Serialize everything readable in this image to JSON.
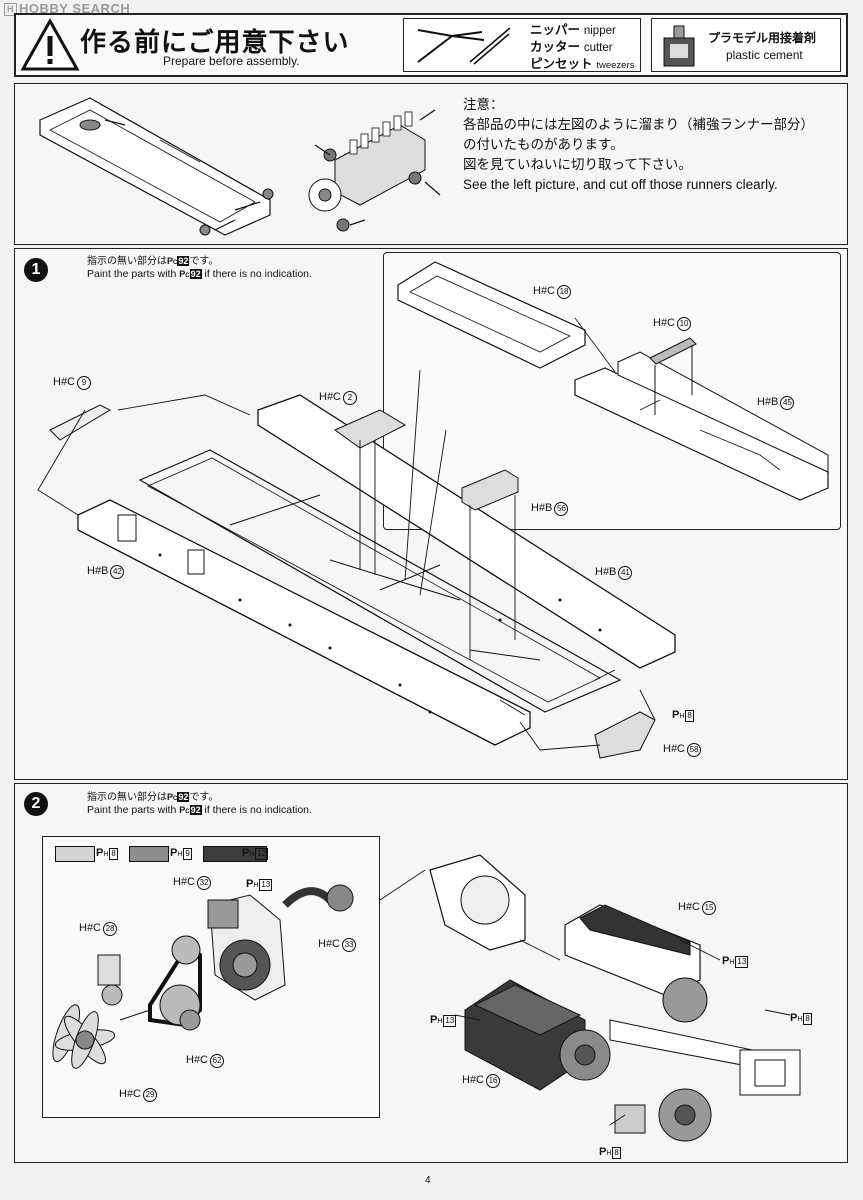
{
  "watermark": "HOBBY SEARCH",
  "header": {
    "title_jp": "作る前にご用意下さい",
    "title_en": "Prepare before assembly.",
    "tools": [
      {
        "jp": "ニッパー",
        "en": "nipper"
      },
      {
        "jp": "カッター",
        "en": "cutter"
      },
      {
        "jp": "ピンセット",
        "en": "tweezers"
      }
    ],
    "cement_jp": "プラモデル用接着剤",
    "cement_en": "plastic cement"
  },
  "caution": {
    "heading": "注意：",
    "lines_jp": [
      "各部品の中には左図のように溜まり（補強ランナー部分）",
      "の付いたものがあります。",
      "図を見ていねいに切り取って下さい。"
    ],
    "line_en": "See the left picture, and cut off those runners clearly."
  },
  "step1": {
    "number": "1",
    "instr_jp_pre": "指示の無い部分は",
    "instr_jp_post": "です。",
    "instr_en_pre": "Paint the parts with",
    "instr_en_post": "if there is no indication.",
    "paint_code": {
      "letter": "C",
      "num": "92"
    },
    "labels": [
      {
        "code": "H#C",
        "part": "18"
      },
      {
        "code": "H#C",
        "part": "10"
      },
      {
        "code": "H#B",
        "part": "45"
      },
      {
        "code": "H#C",
        "part": "9"
      },
      {
        "code": "H#C",
        "part": "2"
      },
      {
        "code": "H#B",
        "part": "56"
      },
      {
        "code": "H#B",
        "part": "42"
      },
      {
        "code": "H#B",
        "part": "41"
      },
      {
        "code": "P",
        "part": "8",
        "sub": "H"
      },
      {
        "code": "H#C",
        "part": "58"
      }
    ]
  },
  "step2": {
    "number": "2",
    "instr_jp_pre": "指示の無い部分は",
    "instr_jp_post": "です。",
    "instr_en_pre": "Paint the parts with",
    "instr_en_post": "if there is no indication.",
    "paint_code": {
      "letter": "C",
      "num": "92"
    },
    "legend": [
      {
        "color": "#d4d4d4",
        "code": "8"
      },
      {
        "color": "#8e8e8e",
        "code": "9"
      },
      {
        "color": "#3c3c3c",
        "code": "12"
      }
    ],
    "labels": [
      {
        "code": "H#C",
        "part": "32"
      },
      {
        "code": "P",
        "part": "13",
        "sub": "H"
      },
      {
        "code": "H#C",
        "part": "28"
      },
      {
        "code": "H#C",
        "part": "33"
      },
      {
        "code": "H#C",
        "part": "62"
      },
      {
        "code": "H#C",
        "part": "29"
      },
      {
        "code": "H#C",
        "part": "15"
      },
      {
        "code": "P",
        "part": "13",
        "sub": "H"
      },
      {
        "code": "P",
        "part": "13",
        "sub": "H"
      },
      {
        "code": "P",
        "part": "8",
        "sub": "H"
      },
      {
        "code": "H#C",
        "part": "16"
      },
      {
        "code": "P",
        "part": "8",
        "sub": "H"
      }
    ]
  },
  "page_number": "4"
}
